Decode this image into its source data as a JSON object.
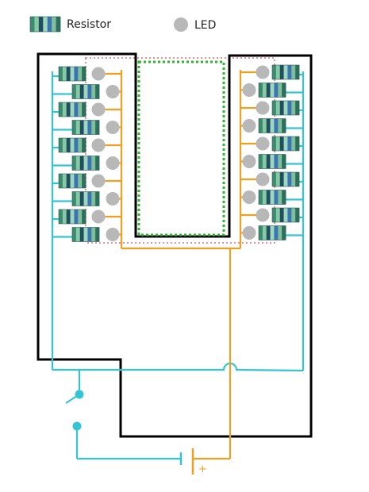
{
  "legend": {
    "resistor_label": "Resistor",
    "led_label": "LED"
  },
  "battery": {
    "positive_symbol": "+"
  },
  "components": {
    "resistor_count": 20,
    "led_count": 20,
    "switch_count": 1,
    "battery_count": 1
  },
  "colors": {
    "board_outline": "#000000",
    "positive_wire": "#f0a020",
    "negative_wire": "#35c4d4",
    "led": "#b8b8b8",
    "inner_box": "#2eb82e",
    "outer_dotted": "#e8909c",
    "resistor_bands": [
      "#3d8a6e",
      "#85c9a6",
      "#1f4e5c",
      "#9ed6c1",
      "#3a75b0",
      "#7fbf9e",
      "#2d6f5a"
    ]
  }
}
